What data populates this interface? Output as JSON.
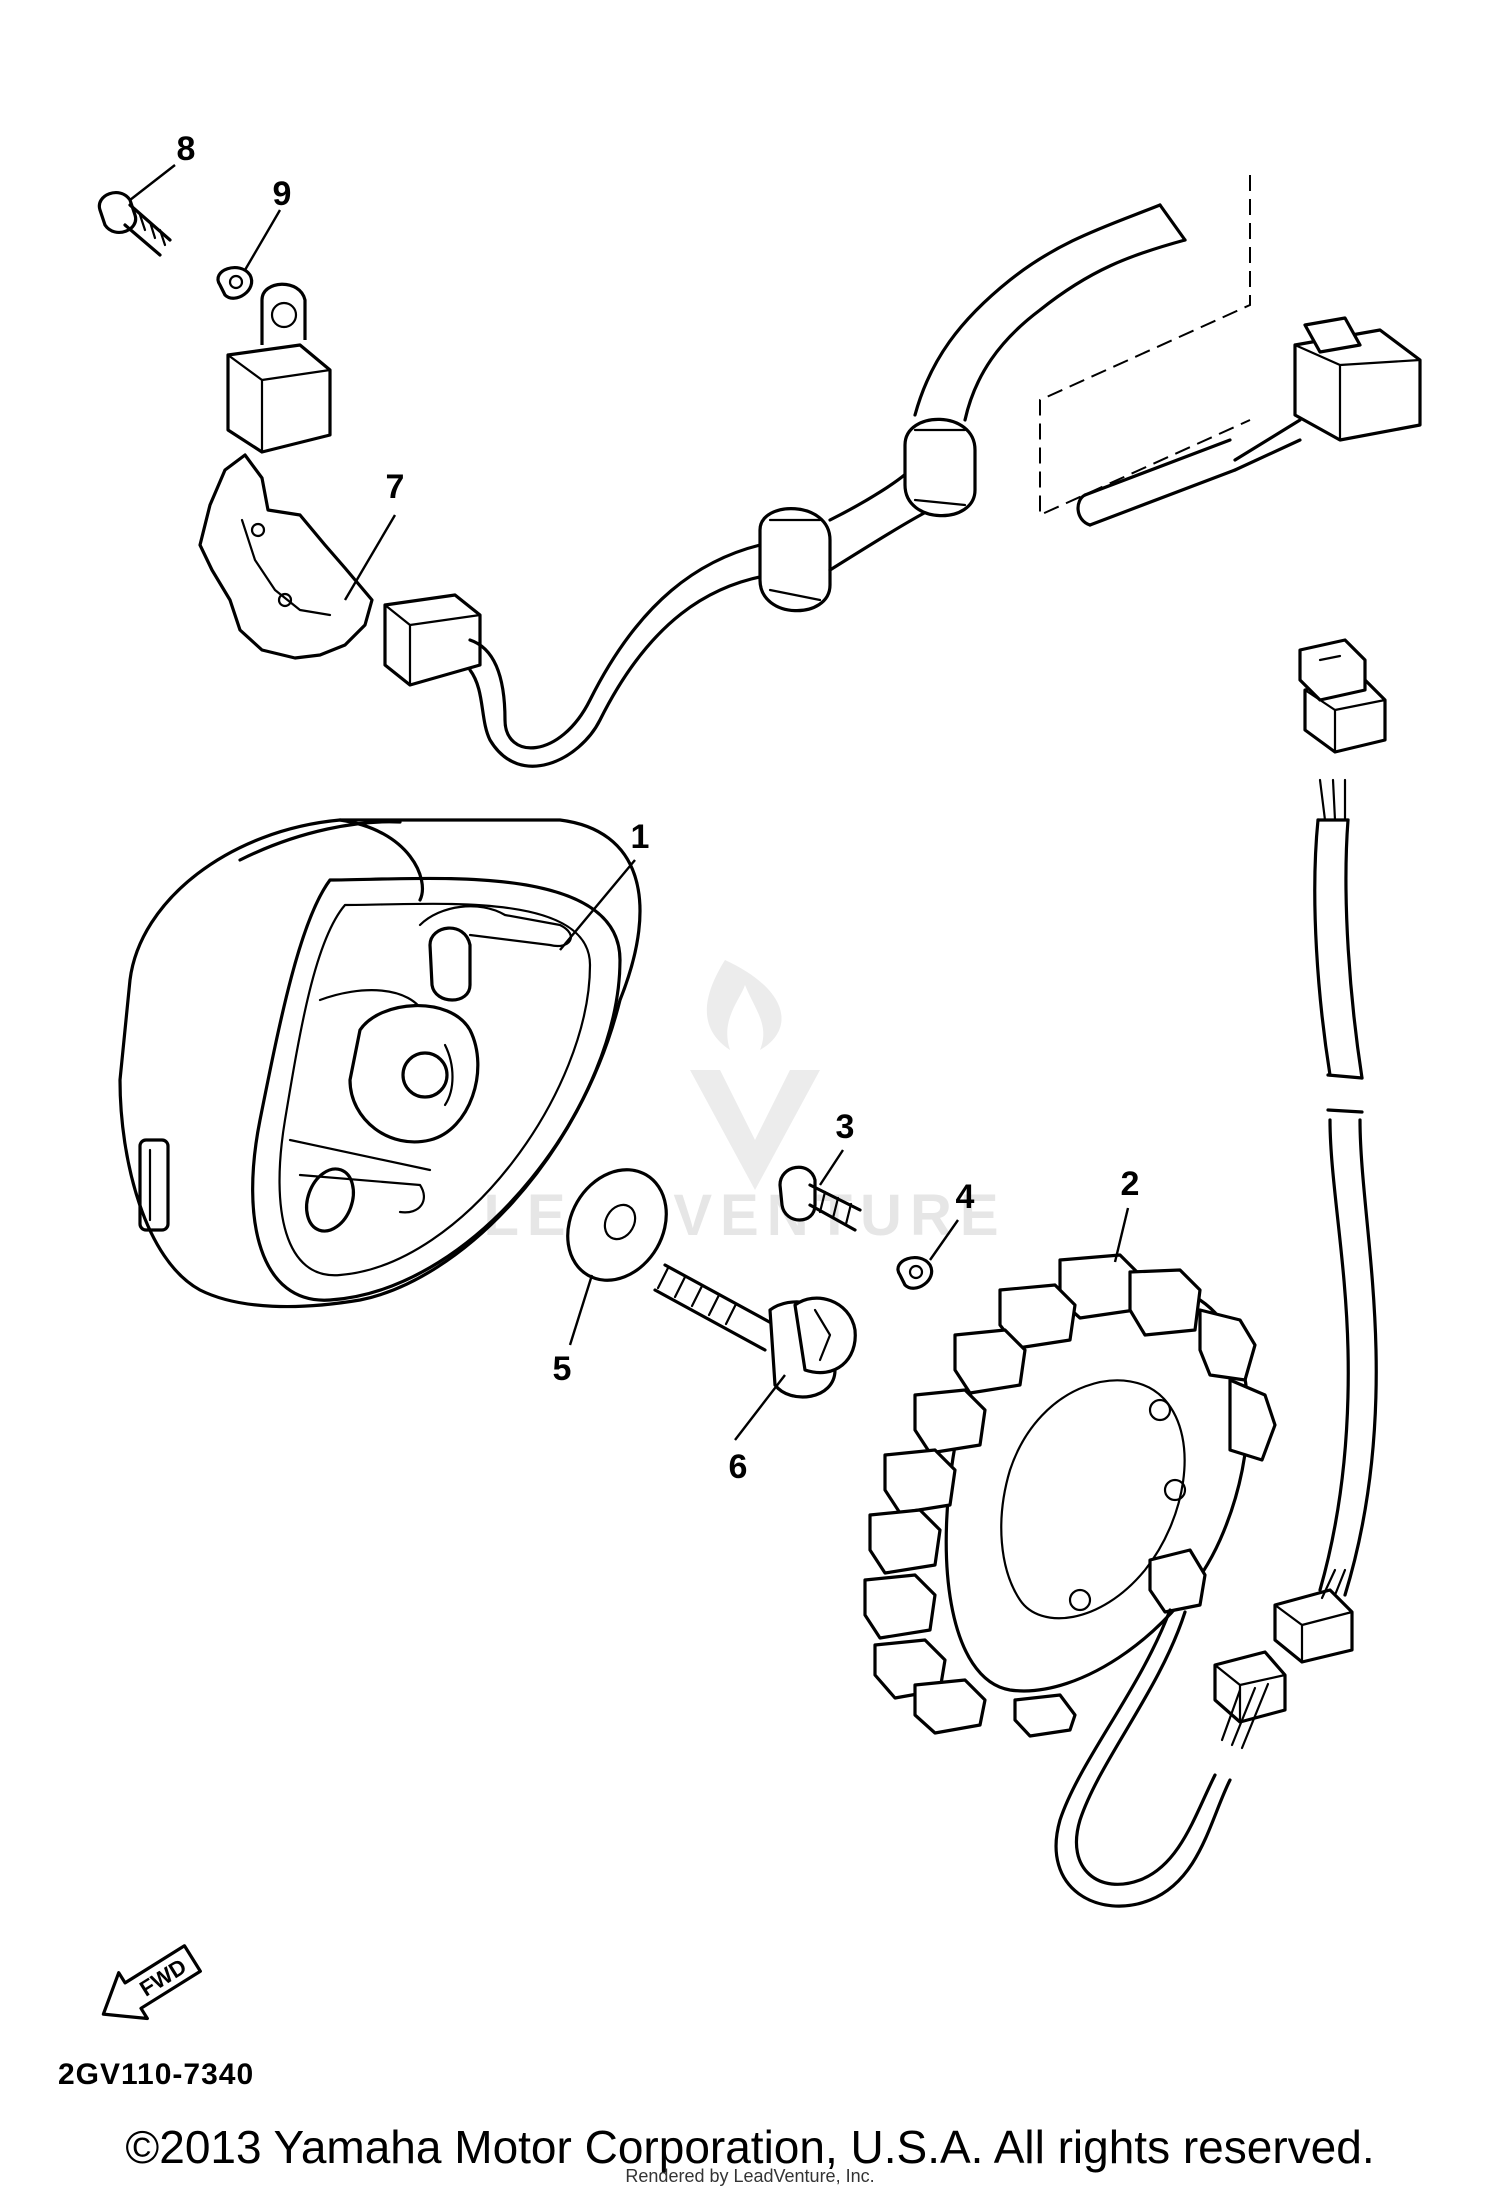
{
  "diagram": {
    "callouts": [
      {
        "id": "1",
        "label": "1"
      },
      {
        "id": "2",
        "label": "2"
      },
      {
        "id": "3",
        "label": "3"
      },
      {
        "id": "4",
        "label": "4"
      },
      {
        "id": "5",
        "label": "5"
      },
      {
        "id": "6",
        "label": "6"
      },
      {
        "id": "7",
        "label": "7"
      },
      {
        "id": "8",
        "label": "8"
      },
      {
        "id": "9",
        "label": "9"
      }
    ],
    "fwd_label": "FWD",
    "watermark": "LEADVENTURE",
    "diagram_code": "2GV110-7340"
  },
  "footer": {
    "copyright": "©2013 Yamaha Motor Corporation, U.S.A. All rights reserved.",
    "rendered_by": "Rendered by LeadVenture, Inc."
  }
}
